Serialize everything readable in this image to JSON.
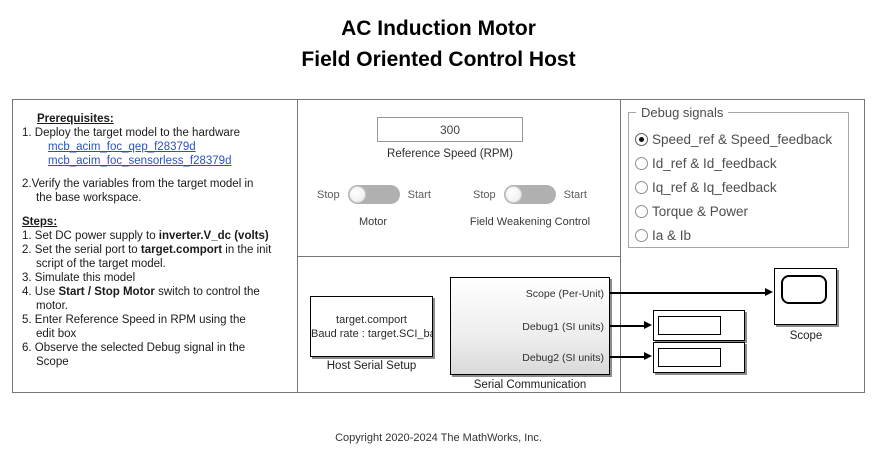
{
  "title": {
    "line1": "AC Induction Motor",
    "line2": "Field Oriented Control Host"
  },
  "instructions": {
    "prerequisites": {
      "heading": "Prerequisites:",
      "item1": "1. Deploy the target model to the hardware",
      "link1": "mcb_acim_foc_qep_f28379d",
      "link2": "mcb_acim_foc_sensorless_f28379d",
      "item2_line1": "2.Verify the variables from the target model in",
      "item2_line2": "the base workspace."
    },
    "steps": {
      "heading": "Steps:",
      "s1_pre": "1. Set DC power supply to ",
      "s1_bold": "inverter.V_dc (volts)",
      "s2_pre": "2. Set the serial port to ",
      "s2_bold": "target.comport",
      "s2_post": " in the init",
      "s2_cont": "script of the target model.",
      "s3": "3. Simulate this model",
      "s4_pre": "4. Use ",
      "s4_bold": "Start / Stop Motor",
      "s4_post": " switch to control the",
      "s4_cont": "motor.",
      "s5": "5. Enter Reference Speed in RPM using the",
      "s5_cont": "edit box",
      "s6": "6. Observe the selected Debug signal in the",
      "s6_cont": "Scope"
    }
  },
  "reference_speed": {
    "value": "300",
    "label": "Reference Speed (RPM)"
  },
  "switches": {
    "motor": {
      "left": "Stop",
      "right": "Start",
      "caption": "Motor",
      "state": "Stop"
    },
    "field_weakening": {
      "left": "Stop",
      "right": "Start",
      "caption": "Field Weakening Control",
      "state": "Stop"
    }
  },
  "debug_signals": {
    "legend": "Debug signals",
    "selected_index": 0,
    "options": [
      "Speed_ref & Speed_feedback",
      "Id_ref & Id_feedback",
      "Iq_ref & Iq_feedback",
      "Torque & Power",
      "Ia & Ib"
    ]
  },
  "blocks": {
    "host_serial_setup": {
      "line1": "target.comport",
      "line2": "Baud rate : target.SCI_baud_rate",
      "caption": "Host Serial Setup"
    },
    "serial_communication": {
      "ports": [
        "Scope (Per-Unit)",
        "Debug1 (SI units)",
        "Debug2 (SI units)"
      ],
      "caption": "Serial Communication"
    },
    "scope": {
      "caption": "Scope"
    }
  },
  "footer": {
    "copyright": "Copyright 2020-2024 The MathWorks, Inc."
  },
  "colors": {
    "link_blue": "#2a52be",
    "switch_track_gray": "#b0b0b0",
    "panel_border_gray": "#777777",
    "block_border": "#000000"
  }
}
